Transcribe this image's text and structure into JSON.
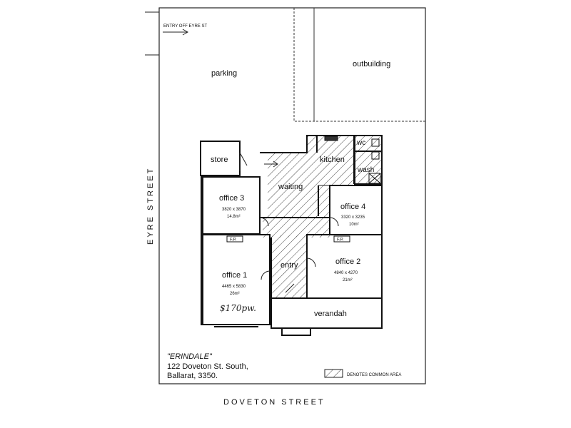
{
  "plan": {
    "entry_note": "ENTRY OFF EYRE ST",
    "street_side": "EYRE STREET",
    "street_bottom": "DOVETON STREET",
    "legend_text": "DENOTES COMMON AREA",
    "property_name": "\"ERINDALE\"",
    "address_line1": "122 Doveton St. South,",
    "address_line2": "Ballarat, 3350.",
    "fireplace_label": "F.P.",
    "handwritten_price": "$170pw."
  },
  "areas": {
    "parking": "parking",
    "outbuilding": "outbuilding",
    "store": "store",
    "kitchen": "kitchen",
    "wc": "wc",
    "wash": "wash",
    "waiting": "waiting",
    "entry": "entry",
    "verandah": "verandah"
  },
  "rooms": {
    "office3": {
      "name": "office 3",
      "dims": "3820 x 3870",
      "area": "14.8m²"
    },
    "office4": {
      "name": "office 4",
      "dims": "3320 x 3235",
      "area": "10m²"
    },
    "office1": {
      "name": "office 1",
      "dims": "4465 x 5830",
      "area": "26m²"
    },
    "office2": {
      "name": "office 2",
      "dims": "4840 x 4270",
      "area": "21m²"
    }
  }
}
